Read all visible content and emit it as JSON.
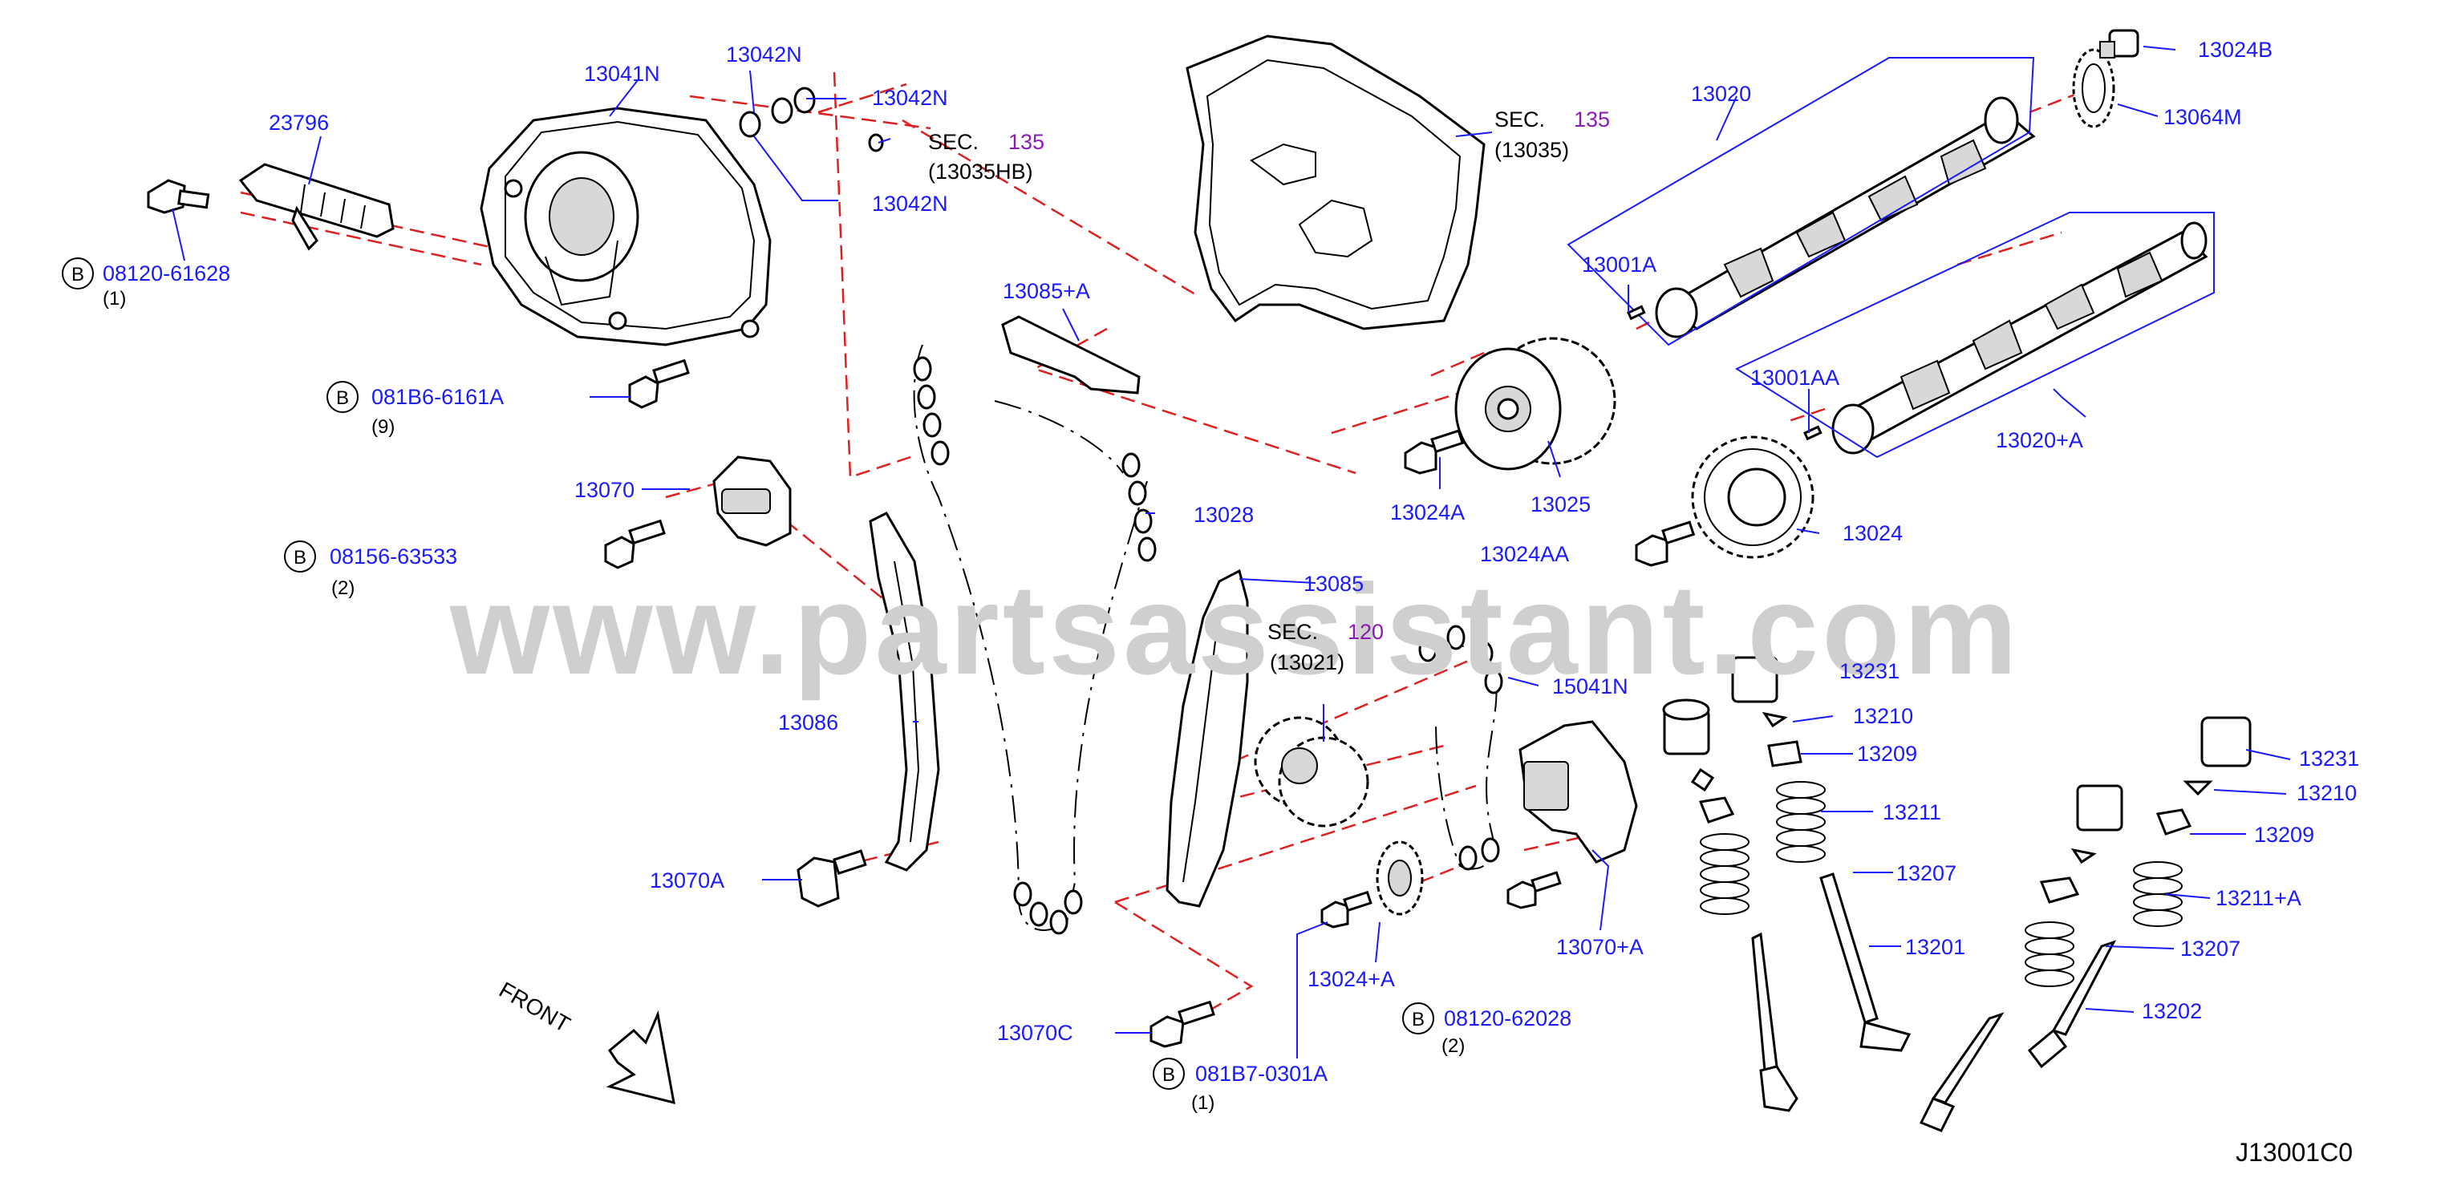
{
  "watermark": "www.partsassistant.com",
  "diagram_code": "J13001C0",
  "front_label": "FRONT",
  "sec_label": "SEC.",
  "sec_refs": [
    {
      "num": "135",
      "ref": "(13035HB)"
    },
    {
      "num": "135",
      "ref": "(13035)"
    },
    {
      "num": "120",
      "ref": "(13021)"
    }
  ],
  "bolt_prefix": "B",
  "bolt_callouts": [
    {
      "code": "08120-61628",
      "qty": "(1)"
    },
    {
      "code": "081B6-6161A",
      "qty": "(9)"
    },
    {
      "code": "08156-63533",
      "qty": "(2)"
    },
    {
      "code": "08120-62028",
      "qty": "(2)"
    },
    {
      "code": "081B7-0301A",
      "qty": "(1)"
    }
  ],
  "part_labels": [
    "13041N",
    "13042N",
    "13042N",
    "13042N",
    "23796",
    "13020",
    "13024B",
    "13064M",
    "13001A",
    "13001AA",
    "13020+A",
    "13085+A",
    "13024A",
    "13025",
    "13070",
    "13028",
    "13024AA",
    "13024",
    "13085",
    "13086",
    "15041N",
    "13231",
    "13210",
    "13209",
    "13211",
    "13070A",
    "13207",
    "13201",
    "13070+A",
    "13024+A",
    "13070C",
    "13231",
    "13210",
    "13209",
    "13211+A",
    "13207",
    "13202"
  ]
}
